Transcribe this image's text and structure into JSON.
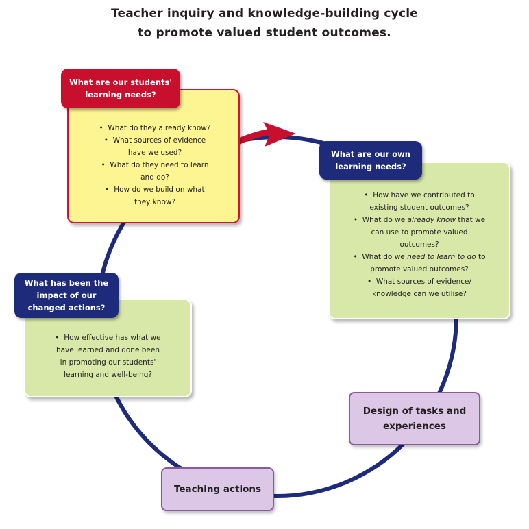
{
  "title": {
    "line1": "Teacher inquiry and knowledge-building cycle",
    "line2": "to promote valued student outcomes."
  },
  "students_needs": {
    "heading_line1": "What are our students'",
    "heading_line2": "learning needs?",
    "questions": [
      [
        "What do they already know?"
      ],
      [
        "What sources of evidence",
        "have we used?"
      ],
      [
        "What do they need to learn",
        "and do?"
      ],
      [
        "How do we build on what",
        "they know?"
      ]
    ]
  },
  "own_needs": {
    "heading_line1": "What are our own",
    "heading_line2": "learning needs?",
    "q1_line1": "How have we contributed to",
    "q1_line2": "existing student outcomes?",
    "q2_pre": "What do we ",
    "q2_em": "already know",
    "q2_post": " that we",
    "q2_line2": "can use to promote valued",
    "q2_line3": "outcomes?",
    "q3_pre": "What do we ",
    "q3_em": "need to learn to do",
    "q3_post": " to",
    "q3_line2": "promote valued outcomes?",
    "q4_line1": "What sources of evidence/",
    "q4_line2": "knowledge can we utilise?"
  },
  "impact": {
    "heading_line1": "What has been the",
    "heading_line2": "impact of our",
    "heading_line3": "changed actions?",
    "q1_line1": "How effective has what we",
    "q1_line2": "have learned and done been",
    "q1_line3": "in promoting our students'",
    "q1_line4": "learning and well-being?"
  },
  "design_tasks": {
    "line1": "Design of tasks and",
    "line2": "experiences"
  },
  "teaching_actions": {
    "label": "Teaching actions"
  },
  "colors": {
    "cycle_line": "#1e2a7a",
    "arrow": "#c8102e",
    "heading_red": "#c8102e",
    "heading_blue": "#1e2a7a",
    "box_yellow": "#fdf591",
    "box_green": "#d7e8a8",
    "box_purple": "#dcc8e6"
  }
}
